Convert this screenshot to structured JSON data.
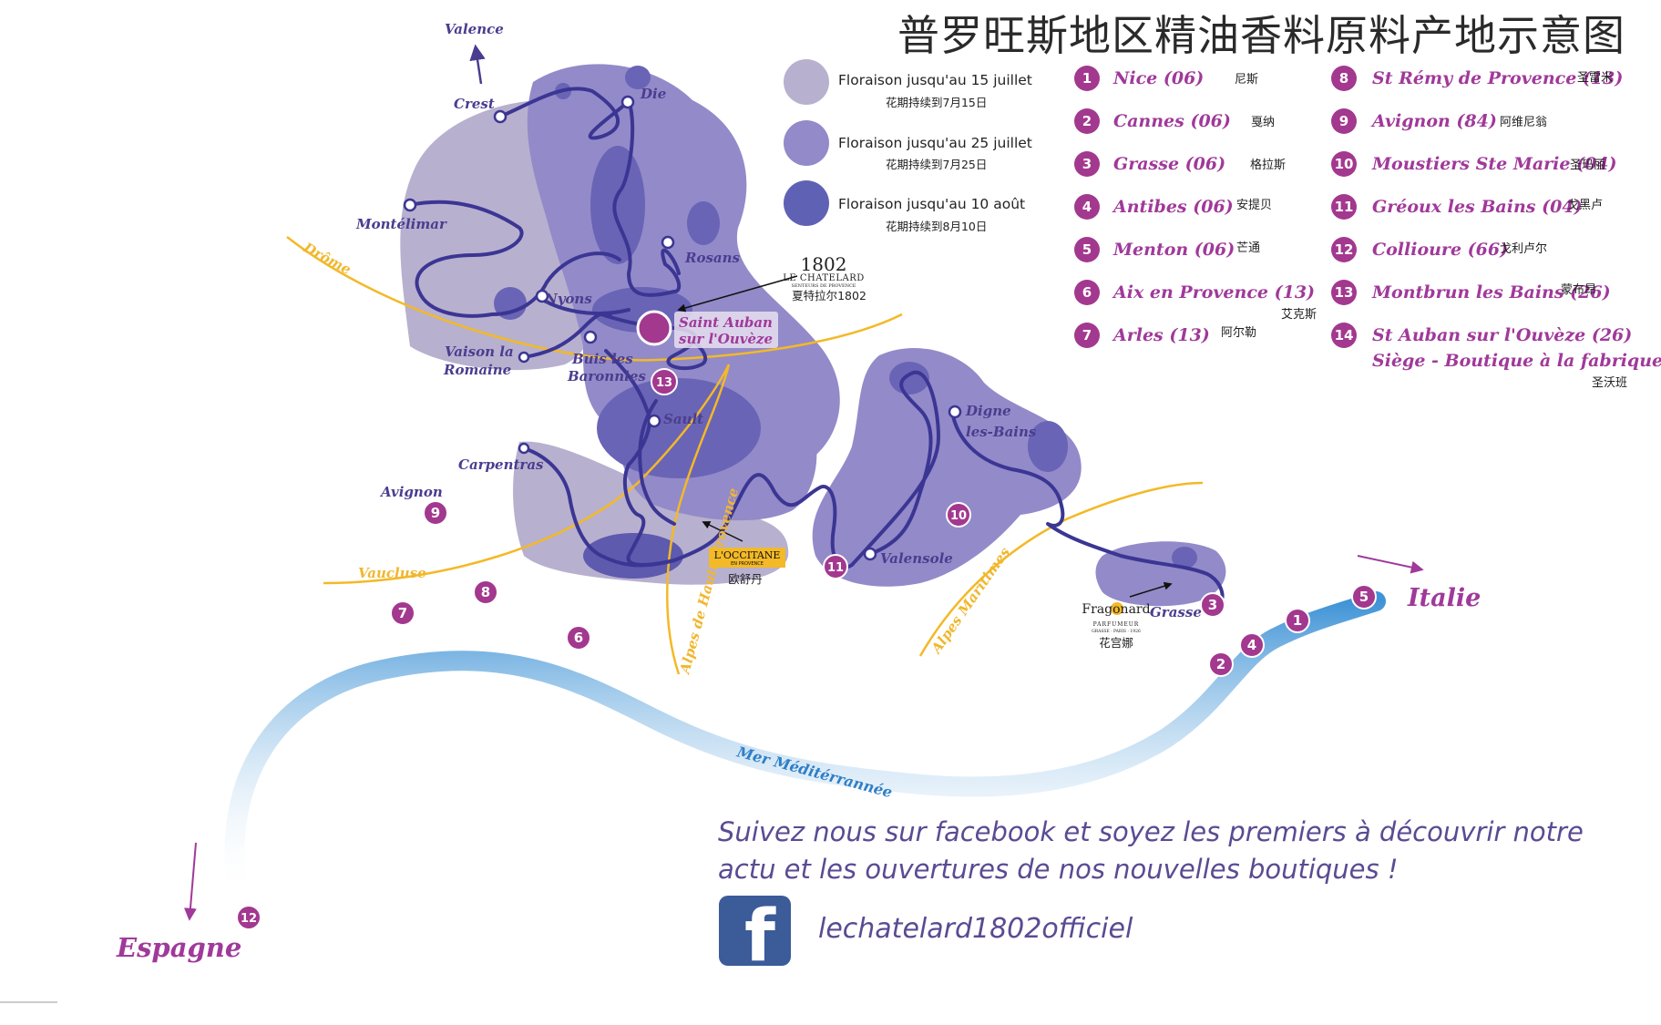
{
  "title": "普罗旺斯地区精油香料原料产地示意图",
  "colors": {
    "light_lavender": "#b6acd0",
    "mid_lavender": "#8f84c6",
    "dark_lavender": "#5e5caf",
    "road": "#3b3693",
    "department_line": "#f3b927",
    "marker": "#a3388f",
    "sea": "#3f93d6",
    "text_purple": "#5a4b92"
  },
  "legend": [
    {
      "fr": "Floraison jusqu'au 15 juillet",
      "cn": "花期持续到7月15日",
      "color": "#b8b0cf"
    },
    {
      "fr": "Floraison jusqu'au 25 juillet",
      "cn": "花期持续到7月25日",
      "color": "#938ac9"
    },
    {
      "fr": "Floraison jusqu'au 10 août",
      "cn": "花期持续到8月10日",
      "color": "#5f62b4"
    }
  ],
  "places": {
    "valence": "Valence",
    "crest": "Crest",
    "die": "Die",
    "montelimar": "Montélimar",
    "rosans": "Rosans",
    "nyons": "Nyons",
    "vaison1": "Vaison la",
    "vaison2": "Romaine",
    "buis1": "Buis les",
    "buis2": "Baronnies",
    "saint_auban1": "Saint Auban",
    "saint_auban2": "sur l'Ouvèze",
    "sault": "Sault",
    "carpentras": "Carpentras",
    "avignon": "Avignon",
    "digne1": "Digne",
    "digne2": "les-Bains",
    "valensole": "Valensole",
    "grasse": "Grasse",
    "italie": "Italie",
    "espagne": "Espagne",
    "mer": "Mer Méditérrannée"
  },
  "departments": {
    "drome": "Drôme",
    "vaucluse": "Vaucluse",
    "alpes_haute": "Alpes de Haute Provence",
    "alpes_maritimes": "Alpes Maritimes"
  },
  "brands": {
    "chatelard_year": "1802",
    "chatelard_name": "LE CHATELARD",
    "chatelard_sub": "SENTEURS DE PROVENCE",
    "chatelard_cn": "夏特拉尔1802",
    "occitane_name": "L'OCCITANE",
    "occitane_sub": "EN PROVENCE",
    "occitane_cn": "欧舒丹",
    "fragonard_name": "Fragonard",
    "fragonard_sub": "PARFUMEUR",
    "fragonard_sub2": "GRASSE · PARIS · 1926",
    "fragonard_cn": "花宫娜"
  },
  "list": [
    {
      "n": "1",
      "name": "Nice (06)",
      "cn": "尼斯"
    },
    {
      "n": "2",
      "name": "Cannes (06)",
      "cn": "戛纳"
    },
    {
      "n": "3",
      "name": "Grasse (06)",
      "cn": "格拉斯"
    },
    {
      "n": "4",
      "name": "Antibes (06)",
      "cn": "安提贝"
    },
    {
      "n": "5",
      "name": "Menton (06)",
      "cn": "芒通"
    },
    {
      "n": "6",
      "name": "Aix en Provence (13)",
      "cn": "艾克斯"
    },
    {
      "n": "7",
      "name": "Arles (13)",
      "cn": "阿尔勒"
    },
    {
      "n": "8",
      "name": "St Rémy de Provence (13)",
      "cn": "圣雷米"
    },
    {
      "n": "9",
      "name": "Avignon (84)",
      "cn": "阿维尼翁"
    },
    {
      "n": "10",
      "name": "Moustiers Ste Marie (04)",
      "cn": "圣玛丽"
    },
    {
      "n": "11",
      "name": "Gréoux les Bains (04)",
      "cn": "戈黑卢"
    },
    {
      "n": "12",
      "name": "Collioure (66)",
      "cn": "戈利卢尔"
    },
    {
      "n": "13",
      "name": "Montbrun les Bains (26)",
      "cn": "蒙布昂"
    },
    {
      "n": "14",
      "name": "St Auban sur l'Ouvèze (26)",
      "name2": "Siège - Boutique à la fabrique",
      "cn": "圣沃班"
    }
  ],
  "map_markers": {
    "m1": "1",
    "m2": "2",
    "m3": "3",
    "m4": "4",
    "m5": "5",
    "m6": "6",
    "m7": "7",
    "m8": "8",
    "m9": "9",
    "m10": "10",
    "m11": "11",
    "m12": "12",
    "m13": "13"
  },
  "facebook": {
    "cta1": "Suivez nous sur facebook et soyez les premiers à découvrir notre",
    "cta2": "actu et les ouvertures de nos nouvelles boutiques !",
    "icon_letter": "f",
    "handle": "lechatelard1802officiel"
  }
}
